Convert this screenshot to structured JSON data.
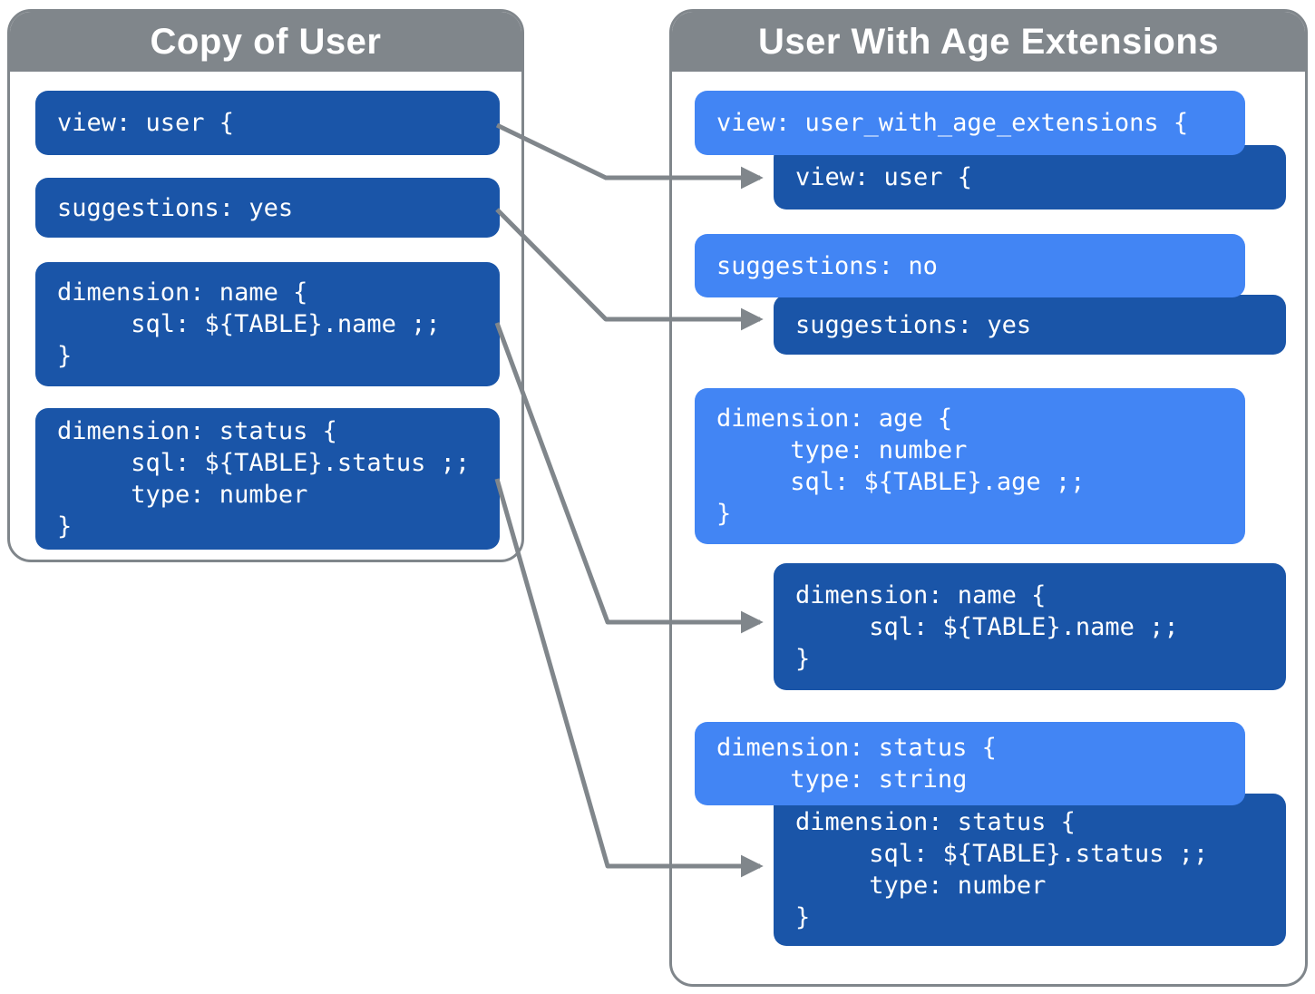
{
  "colors": {
    "panel_gray": "#80868B",
    "dark_blue": "#1A55A8",
    "light_blue": "#4285F4",
    "text_white": "#FFFFFF"
  },
  "left_panel": {
    "title": "Copy of User",
    "blocks": [
      {
        "id": "view-user",
        "lines": [
          "view: user {"
        ]
      },
      {
        "id": "suggestions-yes",
        "lines": [
          "suggestions: yes"
        ]
      },
      {
        "id": "dimension-name",
        "lines": [
          "dimension: name {",
          "     sql: ${TABLE}.name ;;",
          "}"
        ]
      },
      {
        "id": "dimension-status",
        "lines": [
          "dimension: status {",
          "     sql: ${TABLE}.status ;;",
          "     type: number",
          "}"
        ]
      }
    ]
  },
  "right_panel": {
    "title": "User With Age Extensions",
    "blocks": [
      {
        "id": "view-extended",
        "variant": "light",
        "lines": [
          "view: user_with_age_extensions {"
        ]
      },
      {
        "id": "view-inherited",
        "variant": "dark",
        "lines": [
          "view: user {"
        ]
      },
      {
        "id": "suggestions-override",
        "variant": "light",
        "lines": [
          "suggestions: no"
        ]
      },
      {
        "id": "suggestions-inherited",
        "variant": "dark",
        "lines": [
          "suggestions: yes"
        ]
      },
      {
        "id": "dimension-age",
        "variant": "light",
        "lines": [
          "dimension: age {",
          "     type: number",
          "     sql: ${TABLE}.age ;;",
          "}"
        ]
      },
      {
        "id": "dimension-name-inherited",
        "variant": "dark",
        "lines": [
          "dimension: name {",
          "     sql: ${TABLE}.name ;;",
          "}"
        ]
      },
      {
        "id": "dimension-status-override",
        "variant": "light",
        "lines": [
          "dimension: status {",
          "     type: string"
        ]
      },
      {
        "id": "dimension-status-inherited",
        "variant": "dark",
        "lines": [
          "dimension: status {",
          "     sql: ${TABLE}.status ;;",
          "     type: number",
          "}"
        ]
      }
    ]
  }
}
